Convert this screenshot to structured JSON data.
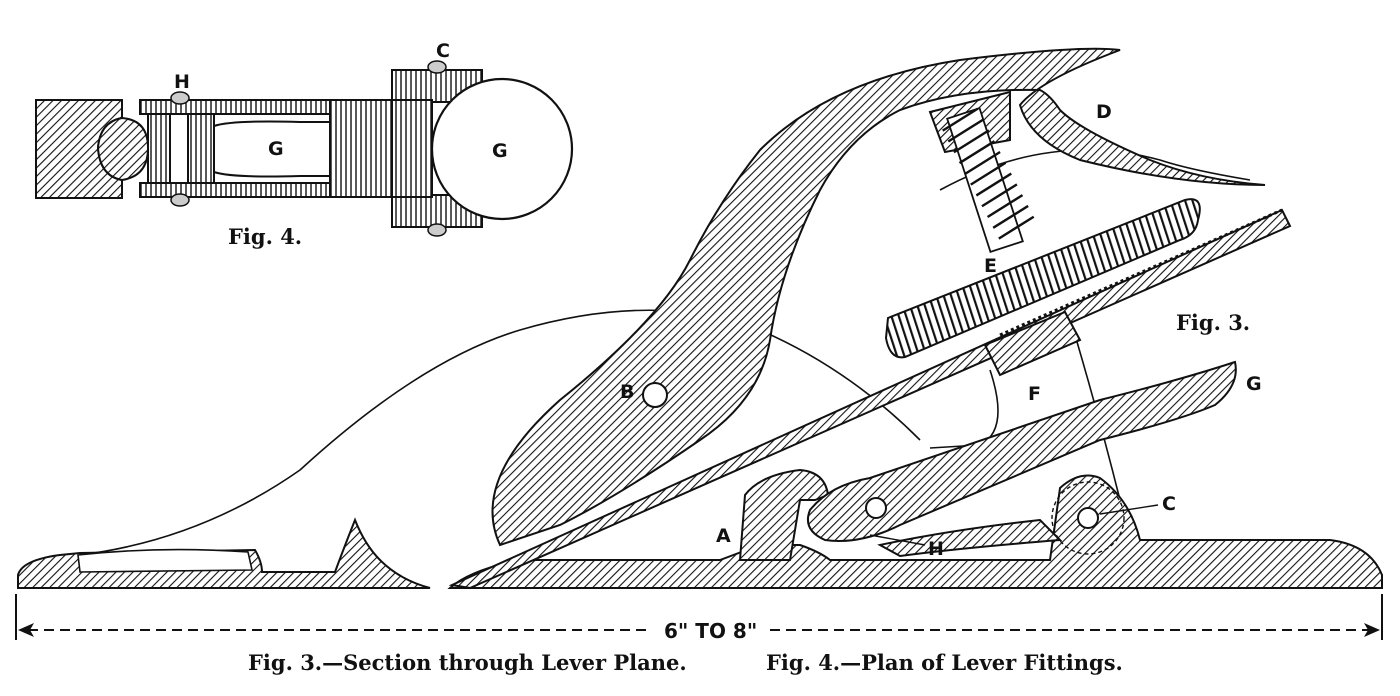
{
  "fig3": {
    "title": "Fig. 3.",
    "labels": {
      "a": "A",
      "b": "B",
      "c": "C",
      "d": "D",
      "e": "E",
      "f": "F",
      "g": "G",
      "h": "H"
    },
    "dimension": "6\" TO 8\""
  },
  "fig4": {
    "title": "Fig. 4.",
    "labels": {
      "c": "C",
      "h": "H",
      "g_left": "G",
      "g_right": "G"
    }
  },
  "captions": {
    "fig3": "Fig. 3.—Section through Lever Plane.",
    "fig4": "Fig. 4.—Plan of Lever Fittings."
  }
}
